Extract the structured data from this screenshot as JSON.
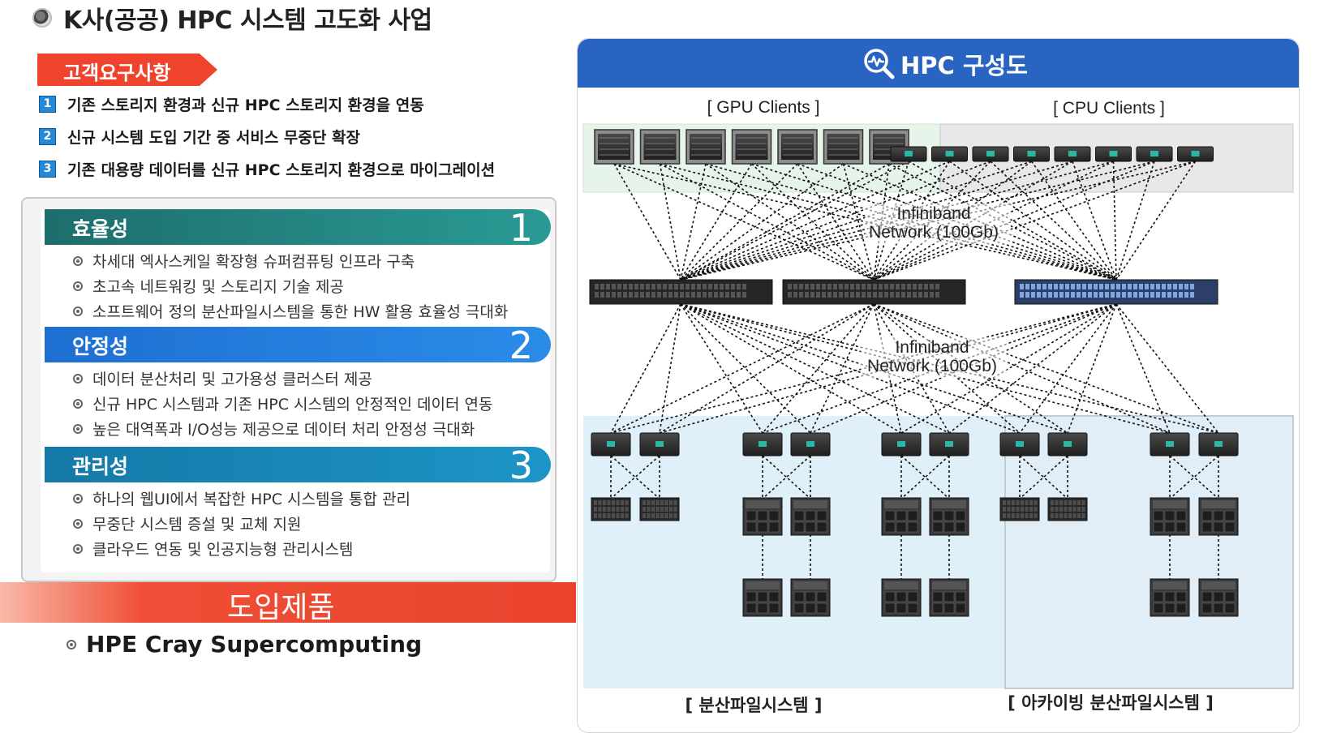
{
  "page_title": "K사(공공) HPC 시스템 고도화 사업",
  "requirements": {
    "tag": "고객요구사항",
    "items": [
      {
        "num": "1",
        "text": "기존 스토리지 환경과 신규 HPC 스토리지 환경을 연동"
      },
      {
        "num": "2",
        "text": "신규 시스템 도입 기간 중 서비스 무중단 확장"
      },
      {
        "num": "3",
        "text": "기존 대용량 데이터를 신규 HPC 스토리지 환경으로 마이그레이션"
      }
    ]
  },
  "features": [
    {
      "title": "효율성",
      "num": "1",
      "items": [
        "차세대 엑사스케일 확장형 슈퍼컴퓨팅 인프라 구축",
        "초고속 네트워킹 및 스토리지 기술 제공",
        "소프트웨어 정의 분산파일시스템을 통한 HW 활용 효율성 극대화"
      ]
    },
    {
      "title": "안정성",
      "num": "2",
      "items": [
        "데이터 분산처리 및 고가용성 클러스터 제공",
        "신규 HPC 시스템과 기존 HPC 시스템의 안정적인 데이터 연동",
        "높은 대역폭과 I/O성능 제공으로 데이터 처리 안정성 극대화"
      ]
    },
    {
      "title": "관리성",
      "num": "3",
      "items": [
        "하나의 웹UI에서 복잡한 HPC 시스템을 통합 관리",
        "무중단 시스템 증설 및 교체 지원",
        "클라우드 연동 및 인공지능형 관리시스템"
      ]
    }
  ],
  "products": {
    "banner": "도입제품",
    "items": [
      "HPE Cray Supercomputing"
    ]
  },
  "diagram": {
    "header": "HPC 구성도",
    "gpu_clients_label": "[ GPU Clients ]",
    "cpu_clients_label": "[ CPU Clients ]",
    "network_top_line1": "Infiniband",
    "network_top_line2": "Network (100Gb)",
    "network_bottom_line1": "Infiniband",
    "network_bottom_line2": "Network (100Gb)",
    "dfs_label": "[ 분산파일시스템 ]",
    "archive_label": "[ 아카이빙 분산파일시스템 ]",
    "colors": {
      "header": "#2a64c3",
      "gpu_zone": "#e6f4ea",
      "cpu_zone": "#e8e8e8",
      "dfs_zone": "#dff0f9",
      "archive_zone": "#e2eef7"
    }
  }
}
